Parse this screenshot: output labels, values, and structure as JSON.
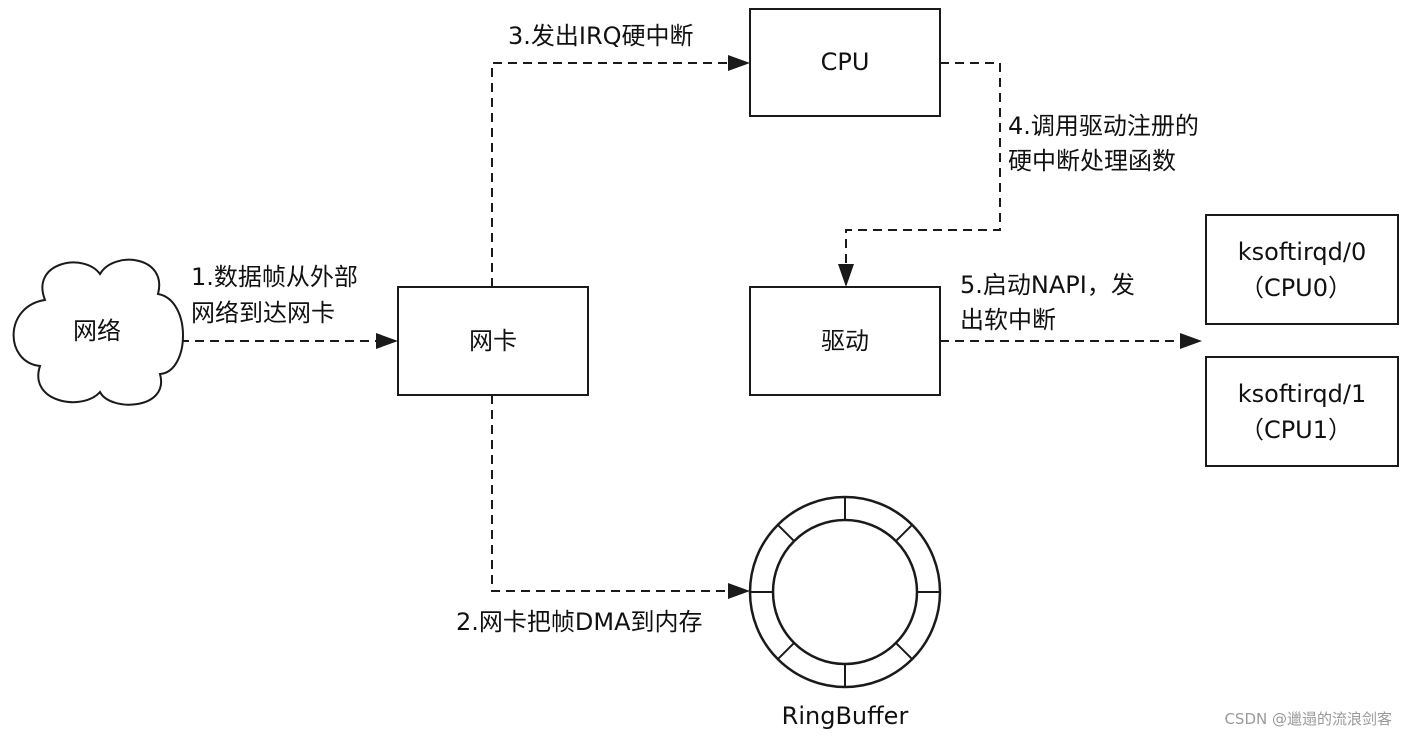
{
  "nodes": {
    "network": {
      "label": "网络"
    },
    "nic": {
      "label": "网卡"
    },
    "cpu": {
      "label": "CPU"
    },
    "driver": {
      "label": "驱动"
    },
    "ksoftirqd0": {
      "line1": "ksoftirqd/0",
      "line2": "（CPU0）"
    },
    "ksoftirqd1": {
      "line1": "ksoftirqd/1",
      "line2": "（CPU1）"
    },
    "ringbuffer": {
      "label": "RingBuffer"
    }
  },
  "edges": {
    "step1": {
      "line1": "1.数据帧从外部",
      "line2": "网络到达网卡"
    },
    "step2": {
      "label": "2.网卡把帧DMA到内存"
    },
    "step3": {
      "label": "3.发出IRQ硬中断"
    },
    "step4": {
      "line1": "4.调用驱动注册的",
      "line2": "硬中断处理函数"
    },
    "step5": {
      "line1": "5.启动NAPI，发",
      "line2": "出软中断"
    }
  },
  "watermark": "CSDN @邋遢的流浪剑客"
}
